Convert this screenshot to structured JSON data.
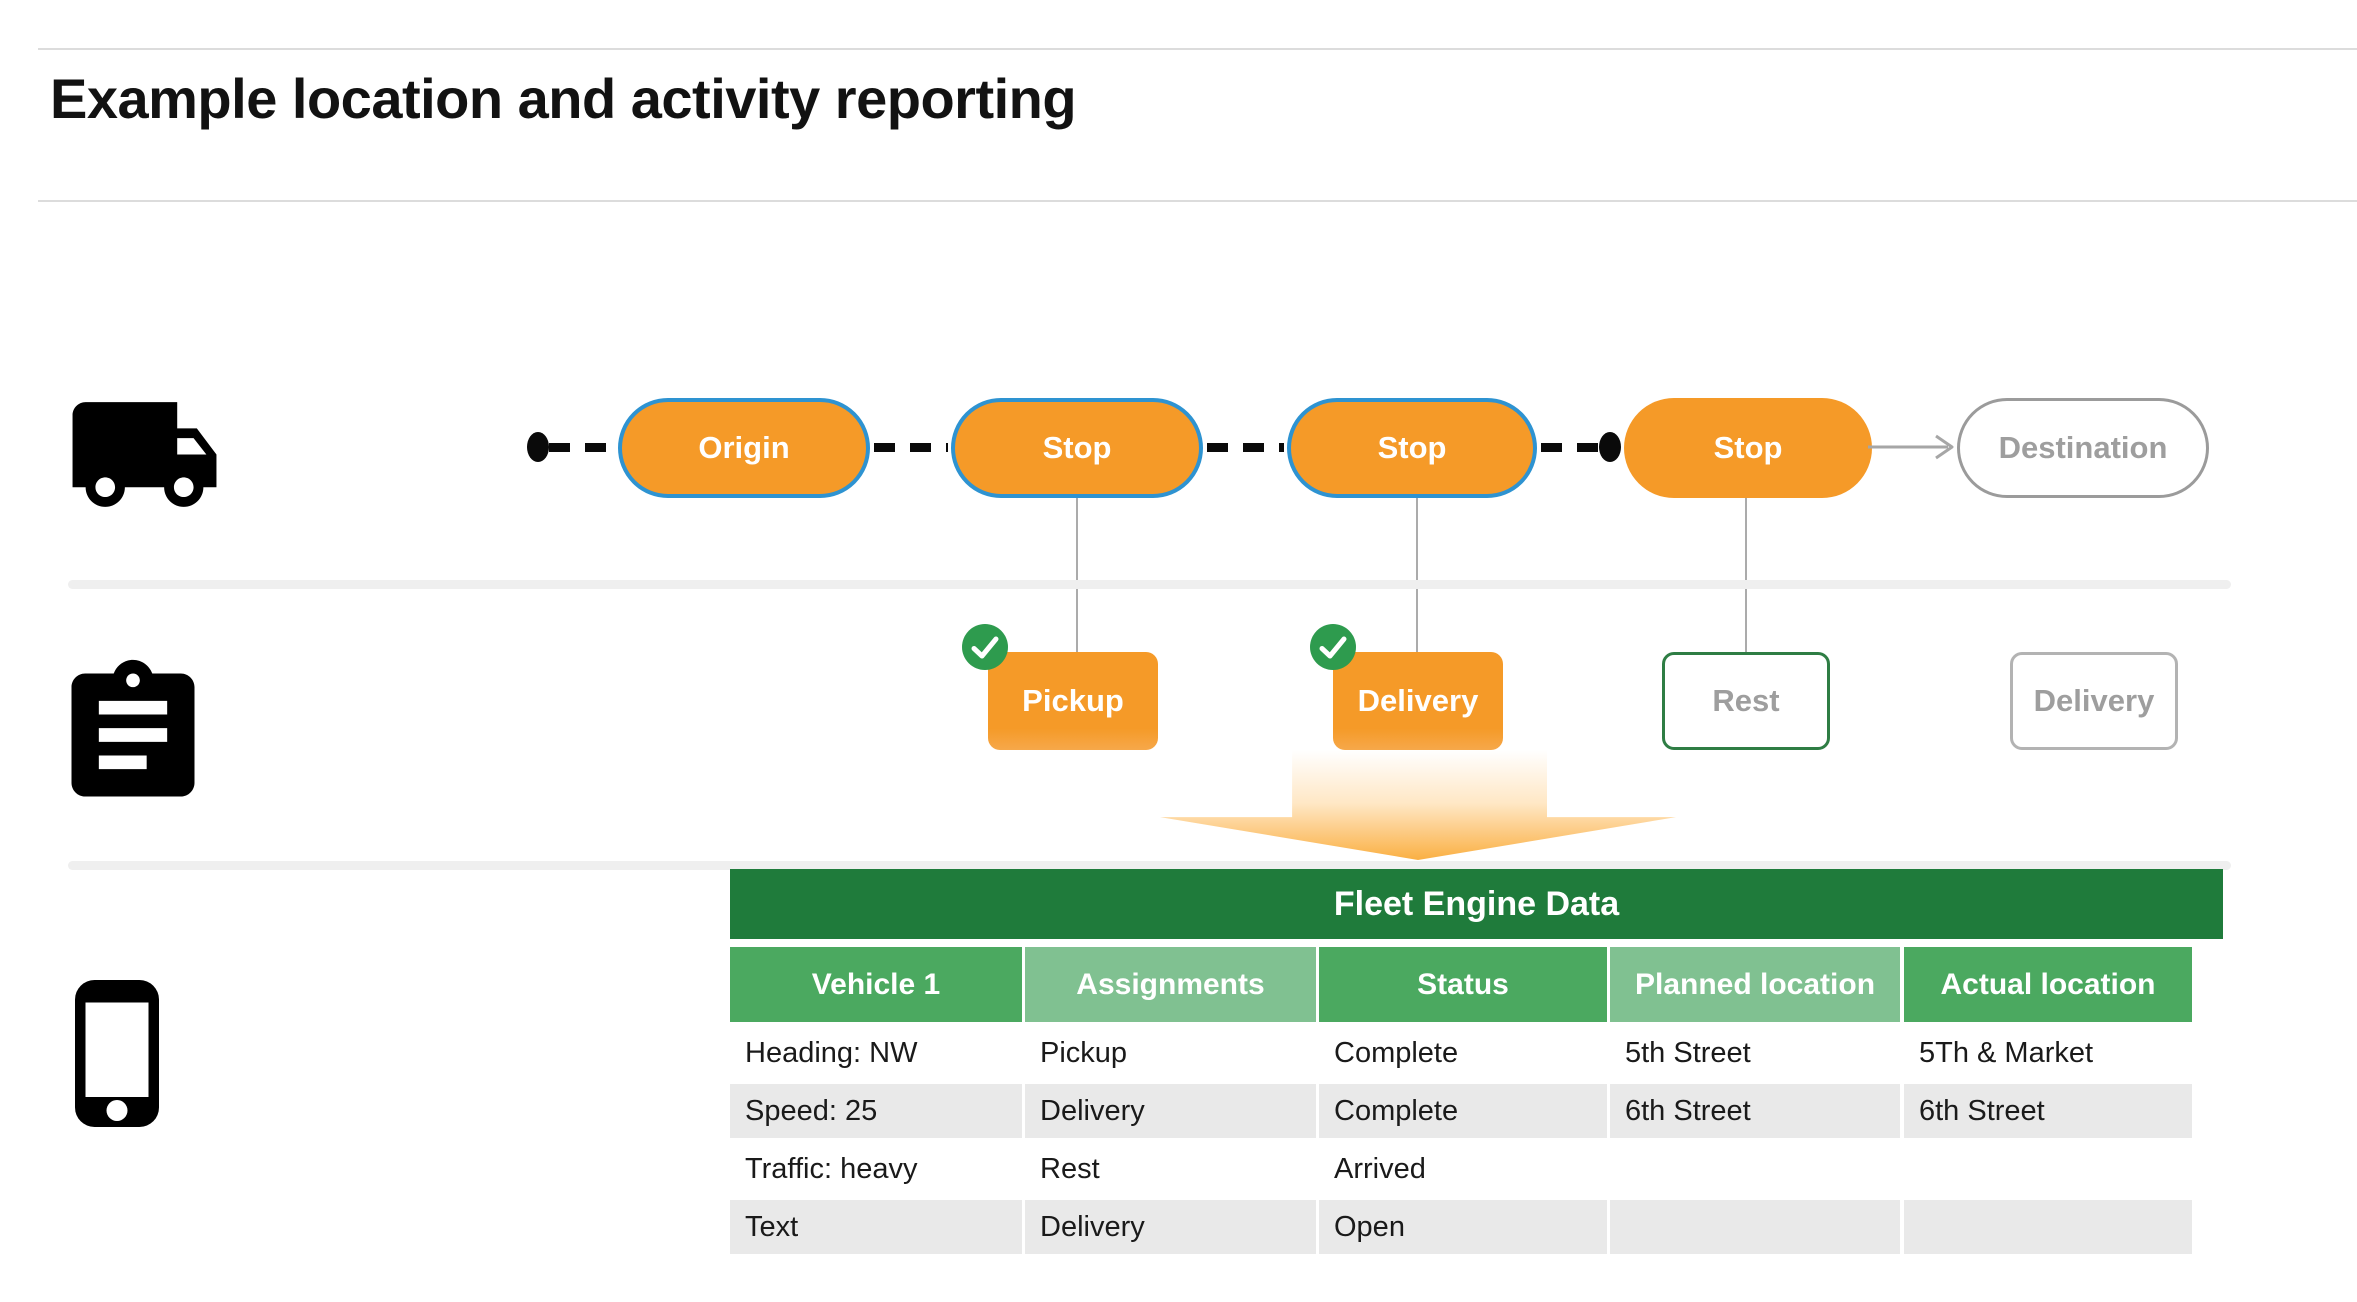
{
  "title": "Example location and activity reporting",
  "route": {
    "stops": [
      {
        "label": "Origin",
        "state": "visited"
      },
      {
        "label": "Stop",
        "state": "visited"
      },
      {
        "label": "Stop",
        "state": "visited"
      },
      {
        "label": "Stop",
        "state": "current"
      },
      {
        "label": "Destination",
        "state": "future"
      }
    ]
  },
  "activities": [
    {
      "label": "Pickup",
      "checked": true
    },
    {
      "label": "Delivery",
      "checked": true
    },
    {
      "label": "Rest",
      "checked": false
    },
    {
      "label": "Delivery",
      "checked": false
    }
  ],
  "icons": {
    "truck": "truck-icon",
    "clipboard": "clipboard-icon",
    "phone": "phone-icon",
    "check": "check-circle-icon"
  },
  "fleet_table": {
    "title": "Fleet Engine Data",
    "columns": [
      "Vehicle 1",
      "Assignments",
      "Status",
      "Planned location",
      "Actual location"
    ],
    "rows": [
      [
        "Heading: NW",
        "Pickup",
        "Complete",
        "5th Street",
        "5Th & Market"
      ],
      [
        "Speed: 25",
        "Delivery",
        "Complete",
        "6th Street",
        "6th Street"
      ],
      [
        "Traffic: heavy",
        "Rest",
        "Arrived",
        "",
        ""
      ],
      [
        "Text",
        "Delivery",
        "Open",
        "",
        ""
      ]
    ]
  },
  "colors": {
    "orange": "#f59a28",
    "blue_outline": "#2e93d1",
    "green_dark": "#1f7b3b",
    "green_mid": "#4ba960",
    "green_light": "#80c191",
    "check_green": "#2e9b4e",
    "rest_border_green": "#2e7d44",
    "gray_text": "#9e9e9e",
    "row_stripe": "#e9e9e9",
    "divider_gray": "#efefef"
  }
}
